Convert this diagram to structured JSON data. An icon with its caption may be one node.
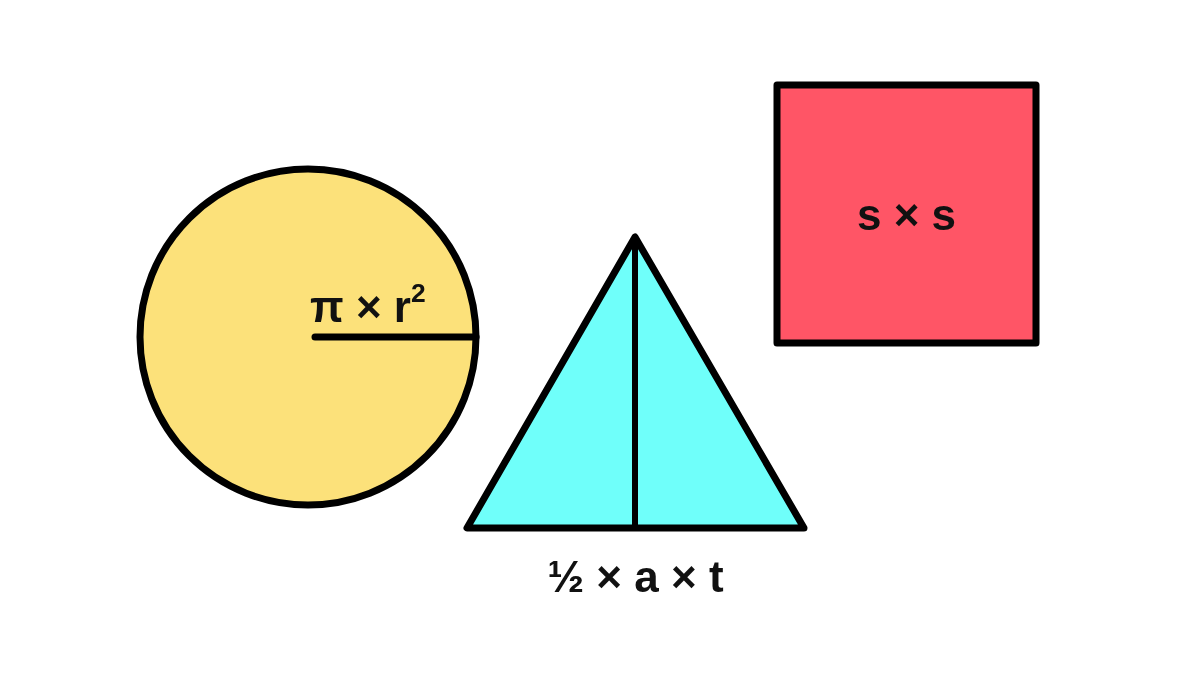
{
  "diagram": {
    "nodes": [
      {
        "text": [
          "π × r$^{2}$"
        ]
      },
      {
        "text": [
          "½ × a × t"
        ]
      },
      {
        "text": [
          "s × s"
        ]
      }
    ]
  }
}
